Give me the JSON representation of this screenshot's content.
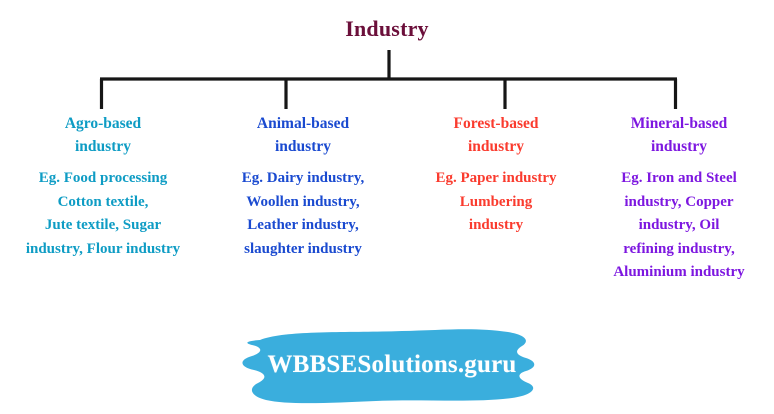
{
  "diagram": {
    "root": {
      "label": "Industry",
      "color": "#6b0f3a"
    },
    "branches": [
      {
        "heading": "Agro-based\nindustry",
        "examples": "Eg. Food processing\nCotton textile,\nJute textile, Sugar\nindustry, Flour industry",
        "color": "#0e9cc4"
      },
      {
        "heading": "Animal-based\nindustry",
        "examples": "Eg. Dairy industry,\nWoollen industry,\nLeather industry,\nslaughter industry",
        "color": "#1a4ad0"
      },
      {
        "heading": "Forest-based\nindustry",
        "examples": "Eg. Paper industry\nLumbering\nindustry",
        "color": "#fa3b2e"
      },
      {
        "heading": "Mineral-based\nindustry",
        "examples": "Eg. Iron and Steel\nindustry, Copper\nindustry, Oil\nrefining industry,\nAluminium industry",
        "color": "#7d17e0"
      }
    ],
    "connector_color": "#161616"
  },
  "watermark": {
    "text": "WBBSESolutions.guru",
    "shape_color": "#3aaedd",
    "text_color": "#ffffff"
  }
}
